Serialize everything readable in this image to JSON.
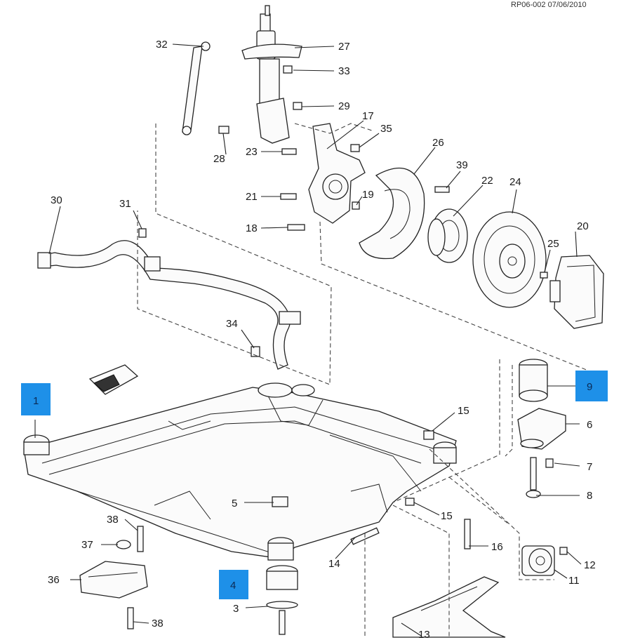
{
  "reference": "RP06-002 07/06/2010",
  "highlight_color": "#1e90e8",
  "callouts": {
    "c1": "1",
    "c3": "3",
    "c4": "4",
    "c5": "5",
    "c6": "6",
    "c7": "7",
    "c8": "8",
    "c9": "9",
    "c11": "11",
    "c12": "12",
    "c13": "13",
    "c14": "14",
    "c15a": "15",
    "c15b": "15",
    "c16": "16",
    "c17": "17",
    "c18": "18",
    "c19": "19",
    "c20": "20",
    "c21": "21",
    "c22": "22",
    "c23": "23",
    "c24": "24",
    "c25": "25",
    "c26": "26",
    "c27": "27",
    "c28": "28",
    "c29": "29",
    "c30": "30",
    "c31": "31",
    "c32": "32",
    "c33": "33",
    "c34": "34",
    "c35": "35",
    "c36": "36",
    "c37": "37",
    "c38a": "38",
    "c38b": "38",
    "c39": "39"
  }
}
